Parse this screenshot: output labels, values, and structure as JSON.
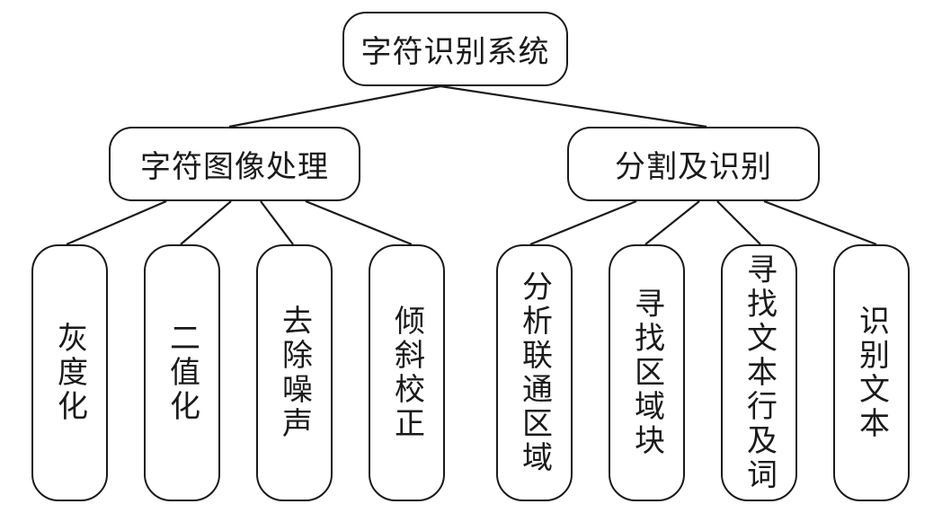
{
  "root": {
    "label": "字符识别系统"
  },
  "branches": [
    {
      "label": "字符图像处理",
      "children": [
        "灰度化",
        "二值化",
        "去除噪声",
        "倾斜校正"
      ]
    },
    {
      "label": "分割及识别",
      "children": [
        "分析联通区域",
        "寻找区域块",
        "寻找文本行及词",
        "识别文本"
      ]
    }
  ],
  "colors": {
    "stroke": "#1a1a1a",
    "background": "#ffffff"
  }
}
